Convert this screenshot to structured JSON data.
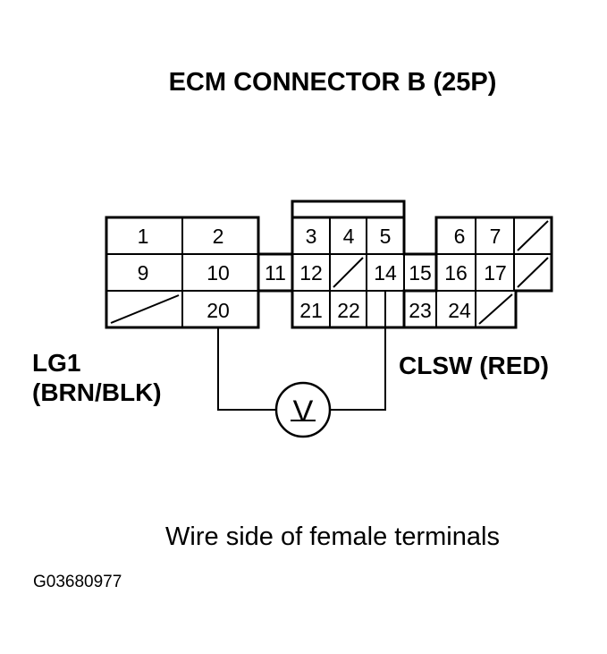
{
  "title": "ECM CONNECTOR B (25P)",
  "connector": {
    "row1": [
      "1",
      "2",
      "3",
      "4",
      "5",
      "6",
      "7"
    ],
    "row2": [
      "9",
      "10",
      "11",
      "12",
      "14",
      "15",
      "16",
      "17"
    ],
    "row3": [
      "20",
      "21",
      "22",
      "23",
      "24"
    ]
  },
  "left_wire": {
    "name": "LG1",
    "color": "(BRN/BLK)"
  },
  "right_wire": {
    "label": "CLSW (RED)"
  },
  "meter_symbol": "V",
  "caption": "Wire side of female terminals",
  "figure_code": "G03680977"
}
